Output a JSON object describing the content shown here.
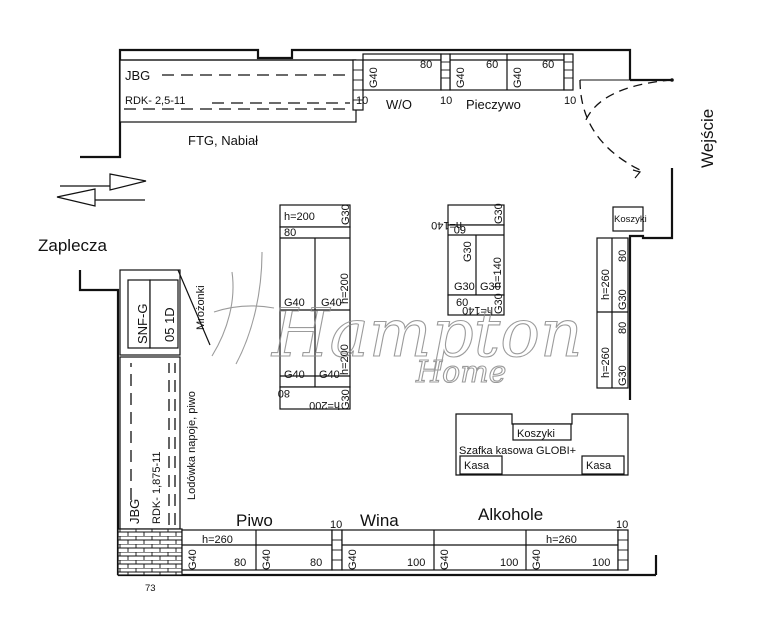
{
  "rooms": {
    "entrance": "Wejście",
    "backroom": "Zaplecza"
  },
  "sections": {
    "ftg_dairy": "FTG, Nabiał",
    "wo": "W/O",
    "bakery": "Pieczywo",
    "beer": "Piwo",
    "wine": "Wina",
    "alcohol": "Alkohole",
    "freezers": "Mrożonki",
    "drinks_fridge": "Lodówka napoje, piwo"
  },
  "equipment": {
    "jbg_top": "JBG",
    "rdk_top": "RDK- 2,5-11",
    "jbg_left": "JBG",
    "rdk_left": "RDK- 1,875-11",
    "snfg": "SNF-G",
    "snfg_model": "05 1D",
    "baskets_small": "Koszyki",
    "baskets_checkout": "Koszyki",
    "checkout_cabinet": "Szafka kasowa GLOBI+",
    "till_left": "Kasa",
    "till_right": "Kasa"
  },
  "dims": {
    "g40": "G40",
    "g30": "G30",
    "v10": "10",
    "v60": "60",
    "v80": "80",
    "v100": "100",
    "h200": "h=200",
    "h140": "h=140",
    "h260": "h=260",
    "v73": "73"
  },
  "watermark": {
    "brand": "Hampton",
    "sub": "Home"
  }
}
